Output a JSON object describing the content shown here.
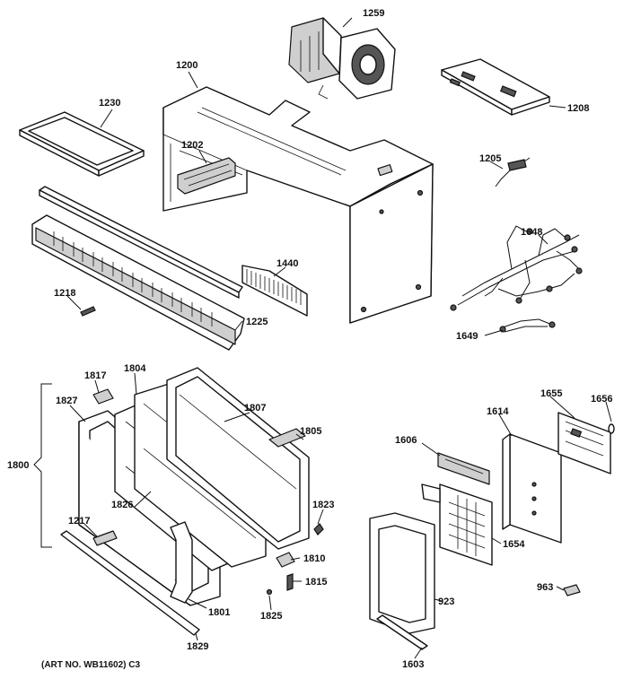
{
  "caption": "(ART NO. WB11602) C3",
  "labels": {
    "l1259": "1259",
    "l1200": "1200",
    "l1208": "1208",
    "l1230": "1230",
    "l1202": "1202",
    "l1205": "1205",
    "l1648": "1648",
    "l1440": "1440",
    "l1218": "1218",
    "l1225": "1225",
    "l1649": "1649",
    "l1817": "1817",
    "l1804": "1804",
    "l1807": "1807",
    "l1827": "1827",
    "l1805": "1805",
    "l1800": "1800",
    "l1826": "1826",
    "l1823": "1823",
    "l1217": "1217",
    "l1810": "1810",
    "l1815": "1815",
    "l1801": "1801",
    "l1825": "1825",
    "l1829": "1829",
    "l1655": "1655",
    "l1656": "1656",
    "l1614": "1614",
    "l1606": "1606",
    "l1654": "1654",
    "l923": "923",
    "l963": "963",
    "l1603": "1603"
  }
}
